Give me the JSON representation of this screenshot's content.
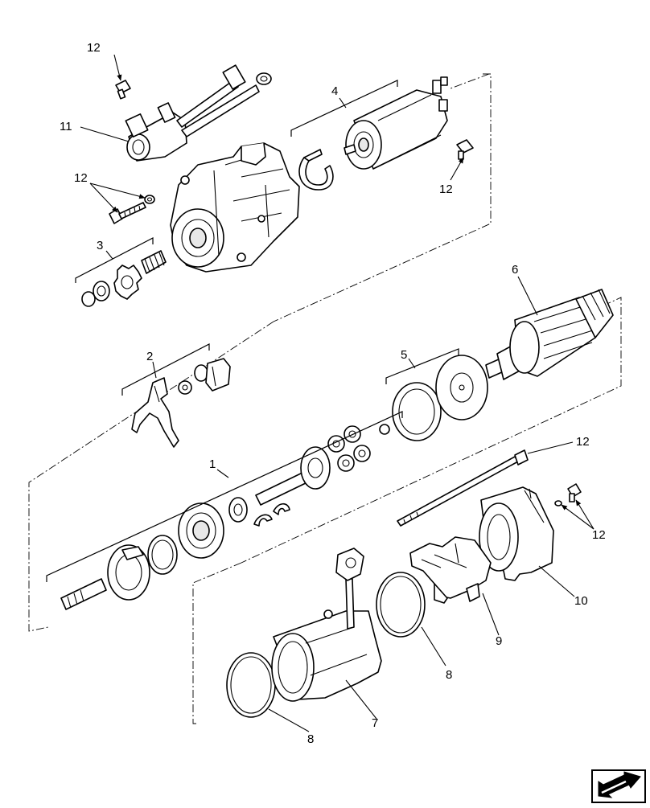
{
  "diagram": {
    "callouts": {
      "c1": "1",
      "c2": "2",
      "c3": "3",
      "c4": "4",
      "c5": "5",
      "c6": "6",
      "c7": "7",
      "c8a": "8",
      "c8b": "8",
      "c9": "9",
      "c10": "10",
      "c11": "11",
      "c12a": "12",
      "c12b": "12",
      "c12c": "12",
      "c12d": "12",
      "c12e": "12"
    }
  },
  "colors": {
    "line": "#000000",
    "background": "#ffffff"
  },
  "icons": {
    "nav": "next-page-arrow-icon"
  }
}
